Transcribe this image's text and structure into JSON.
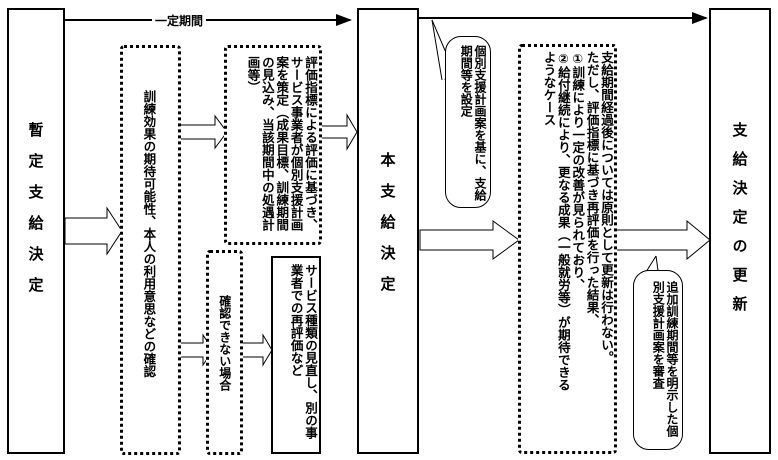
{
  "period": {
    "label": "一定期間"
  },
  "stages": {
    "provisional": {
      "label": "暫定支給決定"
    },
    "main": {
      "label": "本支給決定"
    },
    "renewal": {
      "label": "支給決定の更新"
    }
  },
  "boxes": {
    "confirm": {
      "text": "訓練効果の期待可能性、本人の利用意思などの確認"
    },
    "evaluation": {
      "text": "評価指標による評価に基づき、サービス事業者が個別支援計画案を策定（成果目標、訓練期間の見込み、当該期間中の処遇計画等）"
    },
    "cannot_confirm": {
      "text": "確認できない場合"
    },
    "review": {
      "text": "サービス種類の見直し、別の事業者での再評価など"
    },
    "renewal_rule": {
      "lines": [
        "支給期間経過後については原則として更新は行わない。",
        "ただし、評価指標に基づき再評価を行った結果、",
        "①訓練により一定の改善が見られており、",
        "②給付継続により、更なる成果（一般就労等）が期待できる",
        "ようなケース"
      ]
    }
  },
  "callouts": {
    "set_period": {
      "text": "個別支援計画案を基に、支給期間等を設定"
    },
    "review_plan": {
      "text": "追加訓練期間等を明示した個別支援計画案を審査"
    }
  }
}
